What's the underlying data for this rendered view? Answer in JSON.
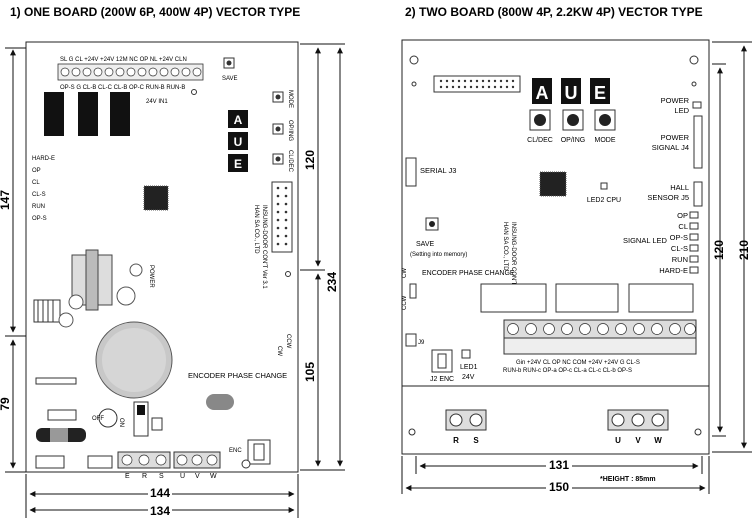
{
  "title_left": "1) ONE BOARD (200W 6P, 400W 4P) VECTOR TYPE",
  "title_right": "2) TWO BOARD (800W 4P, 2.2KW 4P) VECTOR TYPE",
  "board1": {
    "dims": {
      "h_total": "234",
      "h_upper": "147",
      "h_lower": "79",
      "h_right_upper": "120",
      "h_right_lower": "105",
      "w_outer": "144",
      "w_inner": "134"
    },
    "top_pins": [
      "SL",
      "G",
      "CL",
      "+24V",
      "+24V",
      "12M",
      "NC",
      "OP",
      "NL",
      "+24V",
      "CLN"
    ],
    "top_pins2": [
      "OP-S",
      "G",
      "CL-B",
      "CL-C",
      "CL-B",
      "OP-C",
      "RUN-B",
      "RUN-B"
    ],
    "save": "SAVE",
    "voltage": "24V IN1",
    "side_buttons": [
      "MODE",
      "OP/ING",
      "CL/DEC"
    ],
    "left_leds": [
      "HARD-E",
      "OP",
      "CL",
      "CL-S",
      "RUN",
      "OP-S"
    ],
    "maker": "HAN SA CO., LTD",
    "model": "INSUNG-DOOR CON'T Ver 3.1",
    "power": "POWER",
    "ccw": "CCW",
    "cw": "CW",
    "encoder": "ENCODER PHASE CHANGE",
    "switch_off": "OFF",
    "switch_on": "ON",
    "enc": "ENC",
    "terminals_bottom": [
      "E",
      "R",
      "S",
      "U",
      "V",
      "W"
    ],
    "display": [
      "A",
      "U",
      "E"
    ]
  },
  "board2": {
    "dims": {
      "h_total": "210",
      "h_inner": "120",
      "w_inner": "131",
      "w_outer": "150"
    },
    "height_note": "*HEIGHT : 85mm",
    "display": [
      "A",
      "U",
      "E"
    ],
    "buttons": [
      "CL/DEC",
      "OP/ING",
      "MODE"
    ],
    "power_led": [
      "POWER",
      "LED"
    ],
    "power_signal": [
      "POWER",
      "SIGNAL J4"
    ],
    "serial": "SERIAL J3",
    "led2": "LED2 CPU",
    "hall": [
      "HALL",
      "SENSOR J5"
    ],
    "signal_led": "SIGNAL LED",
    "led_list": [
      "OP",
      "CL",
      "OP-S",
      "CL-S",
      "RUN",
      "HARD-E"
    ],
    "save": [
      "SAVE",
      "(Setting into memory)"
    ],
    "maker": "HAN SA CO., LTD",
    "model": "INSUNG-DOOR CON'T Ver 3.1",
    "encoder": "ENCODER PHASE CHANGE",
    "ccw": "CCW",
    "cw": "CW",
    "j9": "J9",
    "j2": "J2 ENC",
    "led1": [
      "LED1",
      "24V"
    ],
    "term_top": [
      "",
      "",
      "",
      "",
      "",
      "",
      "",
      "",
      "",
      "",
      "",
      "",
      ""
    ],
    "term_lab1": [
      "Gin",
      "+24V",
      "CL",
      "OP",
      "NC",
      "COM",
      "+24V",
      "+24V",
      "G",
      "CL-S"
    ],
    "term_lab2": [
      "RUN-b",
      "RUN-c",
      "OP-a",
      "OP-c",
      "CL-a",
      "CL-c",
      "CL-b",
      "OP-S"
    ],
    "rs": [
      "R",
      "S"
    ],
    "uvw": [
      "U",
      "V",
      "W"
    ]
  }
}
